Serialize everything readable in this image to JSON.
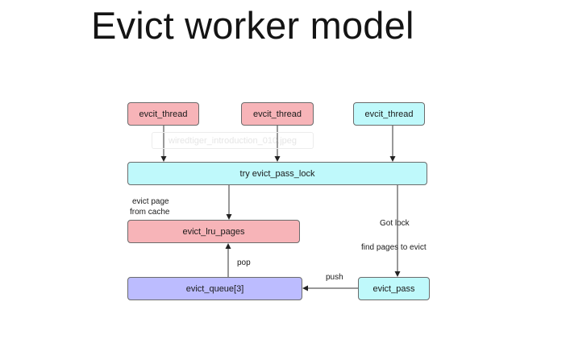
{
  "title": "Evict worker model",
  "watermark": "wiredtiger_introduction_010.jpeg",
  "nodes": {
    "thread_1": "evcit_thread",
    "thread_2": "evcit_thread",
    "thread_3": "evcit_thread",
    "lock": "try evict_pass_lock",
    "lru_pages": "evict_lru_pages",
    "queue": "evict_queue[3]",
    "pass": "evict_pass"
  },
  "labels": {
    "evict_page": "evict page",
    "from_cache": "from cache",
    "got_lock": "Got lock",
    "find_pages": "find pages to evict",
    "pop": "pop",
    "push": "push"
  },
  "colors": {
    "pink": "#f7b4b8",
    "cyan": "#bff9fb",
    "purple": "#bcbcff"
  }
}
